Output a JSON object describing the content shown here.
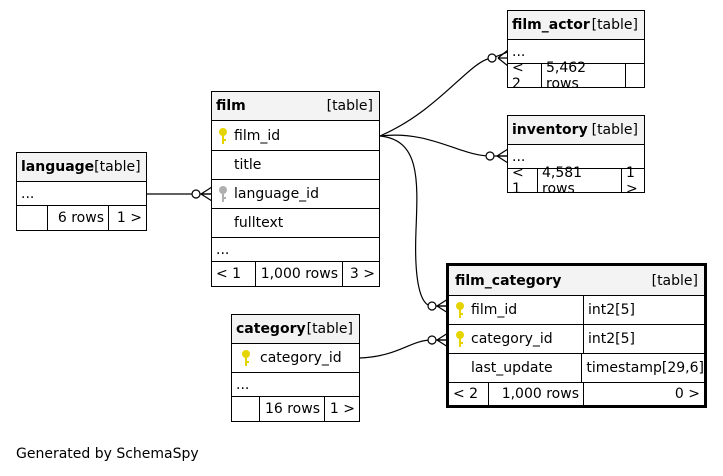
{
  "tables": {
    "film_actor": {
      "name": "film_actor",
      "type": "[table]",
      "ellipsis": "...",
      "parents": "< 2",
      "rows": "5,462 rows",
      "children": ""
    },
    "inventory": {
      "name": "inventory",
      "type": "[table]",
      "ellipsis": "...",
      "parents": "< 1",
      "rows": "4,581 rows",
      "children": "1 >"
    },
    "film": {
      "name": "film",
      "type": "[table]",
      "columns": [
        "film_id",
        "title",
        "language_id",
        "fulltext"
      ],
      "ellipsis": "...",
      "parents": "< 1",
      "rows": "1,000 rows",
      "children": "3 >"
    },
    "language": {
      "name": "language",
      "type": "[table]",
      "ellipsis": "...",
      "parents": "",
      "rows": "6 rows",
      "children": "1 >"
    },
    "category": {
      "name": "category",
      "type": "[table]",
      "columns": [
        "category_id"
      ],
      "ellipsis": "...",
      "parents": "",
      "rows": "16 rows",
      "children": "1 >"
    },
    "film_category": {
      "name": "film_category",
      "type": "[table]",
      "columns": [
        {
          "name": "film_id",
          "datatype": "int2[5]"
        },
        {
          "name": "category_id",
          "datatype": "int2[5]"
        },
        {
          "name": "last_update",
          "datatype": "timestamp[29,6]"
        }
      ],
      "parents": "< 2",
      "rows": "1,000 rows",
      "children": "0 >"
    }
  },
  "colors": {
    "primary_key": "#e6d400",
    "foreign_key": "#b0b0b0",
    "header_bg": "#f3f3f3"
  },
  "footer": "Generated by SchemaSpy"
}
